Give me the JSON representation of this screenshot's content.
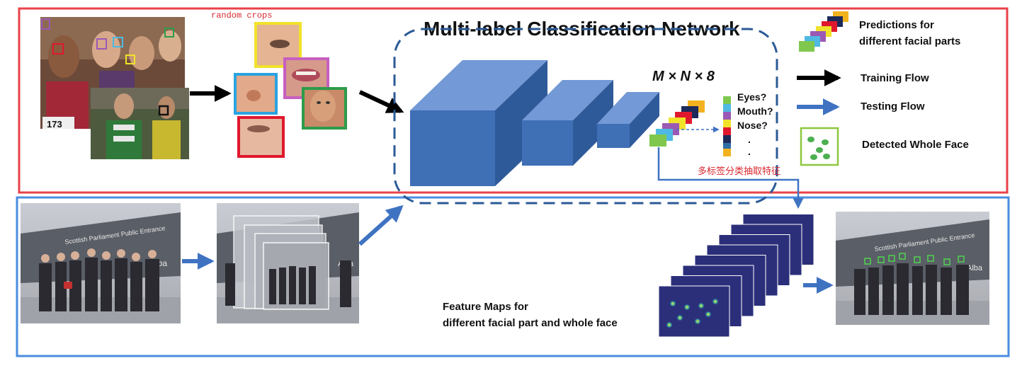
{
  "title": "Multi-label Classification Network",
  "random_crops_label": "random crops",
  "output_dims_label": "M × N × 8",
  "labels": {
    "eyes": "Eyes?",
    "mouth": "Mouth?",
    "nose": "Nose?",
    "dots": ". ."
  },
  "chinese_note": "多标签分类抽取特征",
  "legend": {
    "predictions": [
      "Predictions for",
      "different facial parts"
    ],
    "training_flow": "Training Flow",
    "testing_flow": "Testing Flow",
    "detected_whole_face": "Detected Whole Face"
  },
  "feature_maps_caption": [
    "Feature Maps for",
    "different facial part and whole face"
  ],
  "photo_text": {
    "sign": "Scottish Parliament Public Entrance",
    "alba": "Alba",
    "bib": "173"
  },
  "colors": {
    "training_box": "#e8424a",
    "testing_box": "#4a8ee0",
    "cube_front": "#3f6fb5",
    "cube_top": "#7399d6",
    "cube_side": "#2f5a9a",
    "testing_arrow": "#3f73c2",
    "detected_face_box": "#8dc73f",
    "red_text": "#d9282f"
  },
  "prediction_bar_colors": [
    "#7fc84d",
    "#4fb9e3",
    "#9b59b6",
    "#f1e22a",
    "#e0182d",
    "#1c2a5a",
    "#f2b21f"
  ],
  "crop_border_colors": [
    "#f1e22a",
    "#c65fc1",
    "#2aa3e0",
    "#2d9c4a",
    "#e0182d"
  ]
}
